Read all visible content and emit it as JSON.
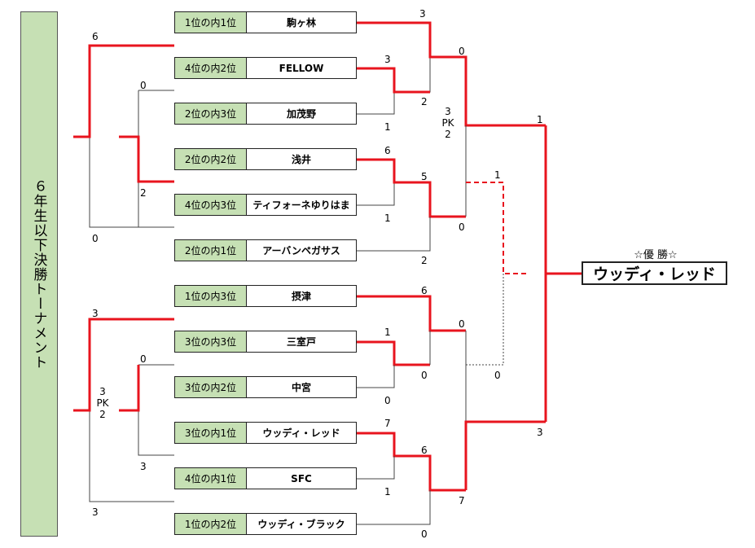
{
  "title": "６年生以下決勝トーナメント",
  "champion_label": "☆優 勝☆",
  "champion": "ウッディ・レッド",
  "entries": [
    {
      "seed": "1位の内1位",
      "team": "駒ヶ林"
    },
    {
      "seed": "4位の内2位",
      "team": "FELLOW"
    },
    {
      "seed": "2位の内3位",
      "team": "加茂野"
    },
    {
      "seed": "2位の内2位",
      "team": "浅井"
    },
    {
      "seed": "4位の内3位",
      "team": "ティフォーネゆりはま"
    },
    {
      "seed": "2位の内1位",
      "team": "アーバンペガサス"
    },
    {
      "seed": "1位の内3位",
      "team": "摂津"
    },
    {
      "seed": "3位の内3位",
      "team": "三室戸"
    },
    {
      "seed": "3位の内2位",
      "team": "中宮"
    },
    {
      "seed": "3位の内1位",
      "team": "ウッディ・レッド"
    },
    {
      "seed": "4位の内1位",
      "team": "SFC"
    },
    {
      "seed": "1位の内2位",
      "team": "ウッディ・ブラック"
    }
  ],
  "scores": {
    "r1_m1_top": "3",
    "r1_m1_bottom": "2",
    "r1_m1_other": "1",
    "r1_m2_top": "6",
    "r1_m2_mid": "5",
    "r1_m2_bottom": "1",
    "r1_m2_sf_top": "0",
    "r1_m2_sf_bottom": "2",
    "r1_m3_top": "6",
    "r1_m3_bye": "1",
    "r1_m3_mid": "0",
    "r1_m3_bottom": "0",
    "r1_m4_top": "7",
    "r1_m4_mid": "6",
    "r1_m4_bottom": "1",
    "r1_m4_sf_bottom": "7",
    "r1_m4_last": "0",
    "top_qf_a": "3",
    "top_qf_a_low": "0",
    "left_top_final": "6",
    "left_top_mid": "0",
    "left_top_bottom": "2",
    "left_top_last": "0",
    "left_bot_final": "3",
    "left_bot_mid": "0",
    "left_bot_bottom": "3",
    "left_bot_last": "3",
    "sf_top_a": "0",
    "sf_top_b": "0",
    "final_top": "1",
    "final_dashed": "1",
    "final_low": "0",
    "final_bottom": "3"
  },
  "pk_top": [
    "3",
    "PK",
    "2"
  ],
  "pk_left": [
    "3",
    "PK",
    "2"
  ],
  "colors": {
    "winner_line": "#e8141e",
    "loser_line": "#444444",
    "seed_fill": "#c6e0b4"
  }
}
